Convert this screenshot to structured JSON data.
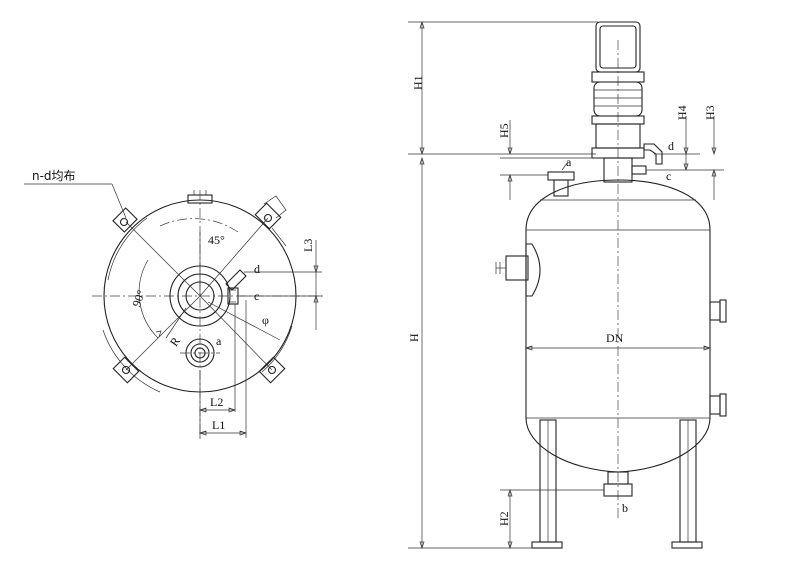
{
  "top_view": {
    "bolt_note": "n-d均布",
    "angle_45": "45°",
    "angle_90": "90°",
    "nozzle_a": "a",
    "nozzle_c": "c",
    "nozzle_d": "d",
    "dim_radius": "R",
    "dim_diameter": "φ",
    "dim_L1": "L1",
    "dim_L2": "L2",
    "dim_L3": "L3"
  },
  "front_view": {
    "dim_H": "H",
    "dim_H1": "H1",
    "dim_H2": "H2",
    "dim_H3": "H3",
    "dim_H4": "H4",
    "dim_H5": "H5",
    "dim_DN": "DN",
    "nozzle_a": "a",
    "nozzle_b": "b",
    "nozzle_c": "c",
    "nozzle_d": "d"
  }
}
